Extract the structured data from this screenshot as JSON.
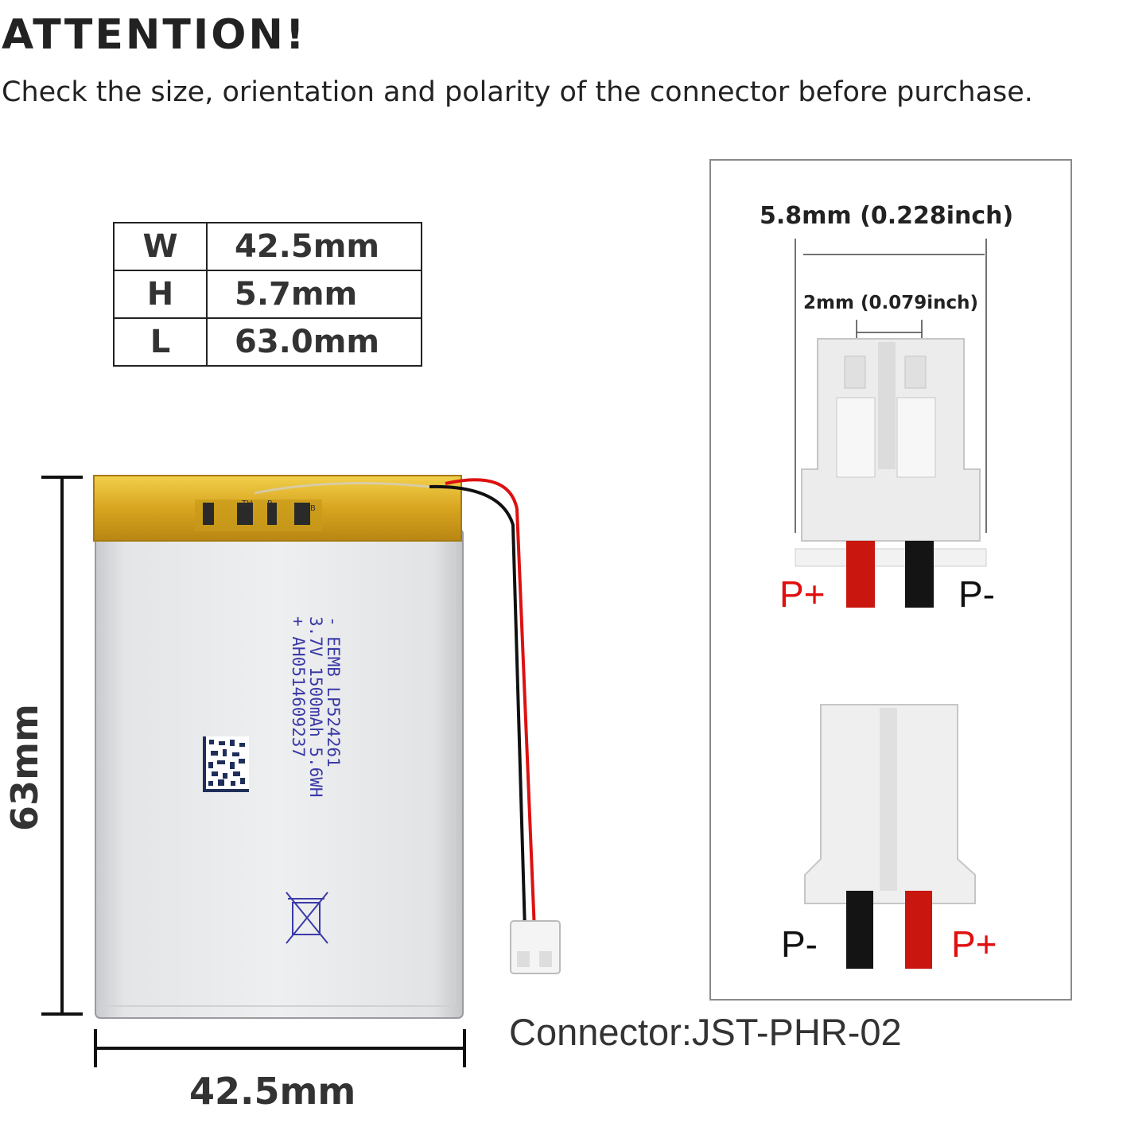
{
  "header": {
    "title": "ATTENTION!",
    "subtitle": "Check the size, orientation and polarity of the connector before purchase."
  },
  "dimensions": [
    {
      "key": "W",
      "value": "42.5mm"
    },
    {
      "key": "H",
      "value": "5.7mm"
    },
    {
      "key": "L",
      "value": "63.0mm"
    }
  ],
  "battery": {
    "height_label": "63mm",
    "width_label": "42.5mm",
    "print_lines": [
      "- EEMB LP524261",
      "3.7V 1500mAh 5.6WH",
      "+ AH0514609237"
    ],
    "tab_marks": [
      "TH",
      "P-",
      "B"
    ]
  },
  "connector": {
    "outer_width": "5.8mm (0.228inch)",
    "pitch": "2mm (0.079inch)",
    "top_view": {
      "left": "P+",
      "right": "P-"
    },
    "bottom_view": {
      "left": "P-",
      "right": "P+"
    },
    "model": "Connector:JST-PHR-02"
  },
  "colors": {
    "positive": "#e01010",
    "negative": "#111111",
    "foil": "#d8a520"
  }
}
